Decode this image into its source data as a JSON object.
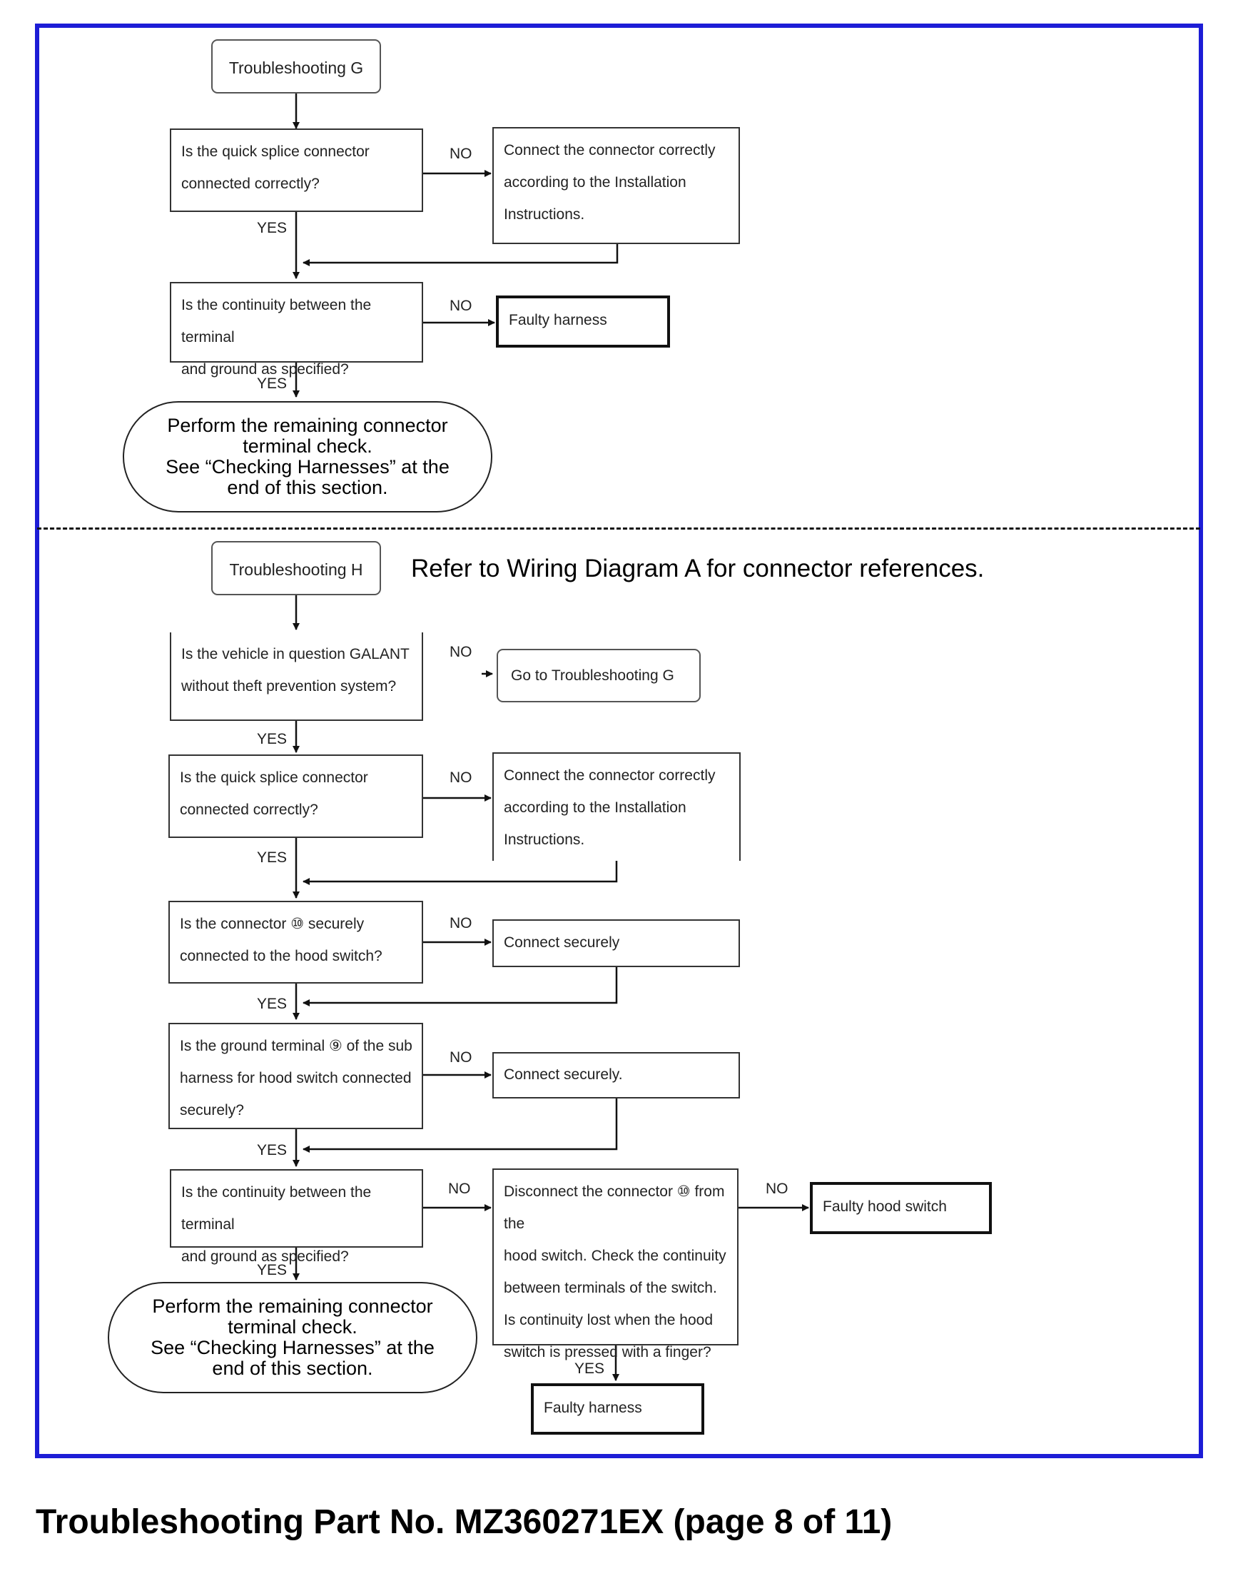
{
  "section_g": {
    "start": "Troubleshooting G",
    "q1": [
      "Is the quick splice connector",
      "connected correctly?"
    ],
    "q1_no": [
      "Connect the connector correctly",
      "according to the Installation",
      "Instructions."
    ],
    "q2": [
      "Is the continuity between the terminal",
      "and ground as specified?"
    ],
    "q2_no": "Faulty harness",
    "end": [
      "Perform the remaining connector",
      "terminal check.",
      "See “Checking Harnesses” at the",
      "end of this section."
    ]
  },
  "section_h": {
    "start": "Troubleshooting H",
    "note": "Refer to Wiring Diagram A for connector references.",
    "q1": [
      "Is the vehicle in question GALANT",
      "without theft prevention system?"
    ],
    "q1_no": "Go to Troubleshooting G",
    "q2": [
      "Is the quick splice connector",
      "connected correctly?"
    ],
    "q2_no": [
      "Connect the connector correctly",
      "according to the Installation",
      "Instructions."
    ],
    "q3": [
      "Is the connector ⑩ securely",
      "connected to the hood switch?"
    ],
    "q3_no": "Connect securely",
    "q4": [
      "Is the ground terminal ⑨ of the sub",
      "harness for hood switch connected",
      "securely?"
    ],
    "q4_no": "Connect securely.",
    "q5": [
      "Is the continuity between the terminal",
      "and ground as specified?"
    ],
    "q5_no": [
      "Disconnect the connector ⑩ from the",
      "hood switch. Check the continuity",
      "between terminals of the switch.",
      "Is continuity lost when the hood",
      "switch is pressed with a finger?"
    ],
    "q5_no_no": "Faulty hood switch",
    "q5_no_yes": "Faulty harness",
    "end": [
      "Perform the remaining connector",
      "terminal check.",
      "See “Checking Harnesses” at the",
      "end of this section."
    ]
  },
  "labels": {
    "yes": "YES",
    "no": "NO"
  },
  "footer": "Troubleshooting Part No. MZ360271EX (page 8 of 11)",
  "colors": {
    "frame": "#1d1dd6"
  }
}
